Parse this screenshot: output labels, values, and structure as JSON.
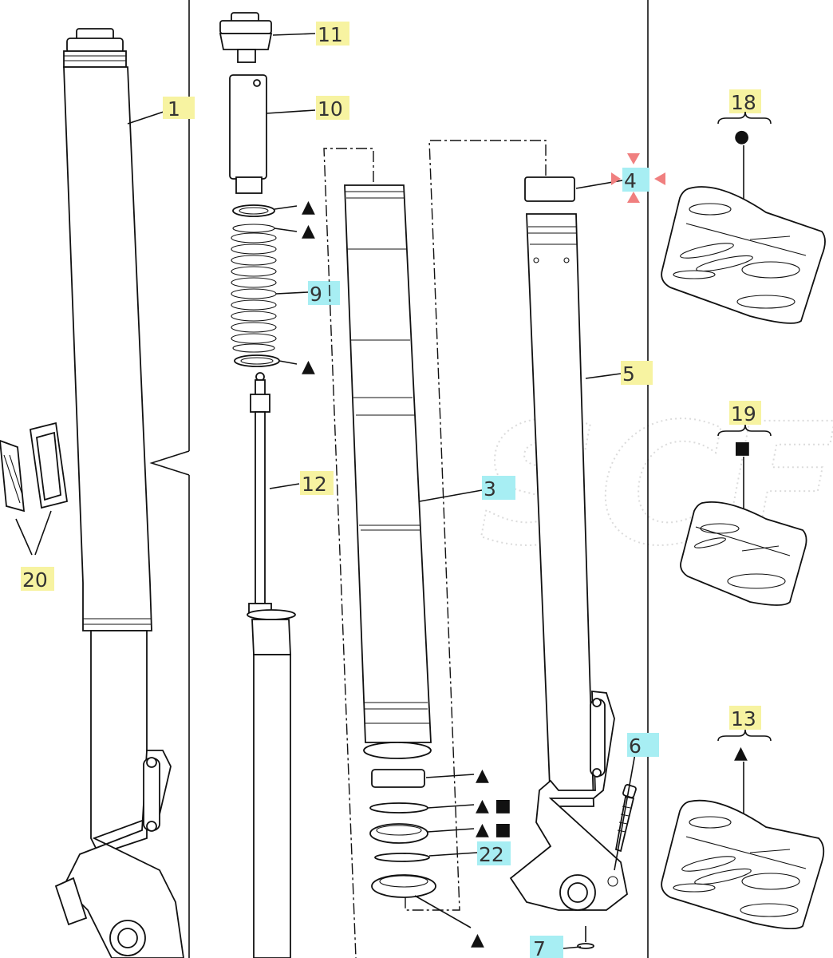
{
  "callouts": {
    "c1": "1",
    "c3": "3",
    "c4": "4",
    "c5": "5",
    "c6": "6",
    "c7": "7",
    "c9": "9",
    "c10": "10",
    "c11": "11",
    "c12": "12",
    "c13": "13",
    "c18": "18",
    "c19": "19",
    "c20": "20",
    "c22": "22"
  },
  "symbols": {
    "triangle": "▲",
    "square": "■",
    "circle": "●"
  },
  "colors": {
    "highlight_yellow": "#f7f3a1",
    "highlight_cyan": "#a7eef3",
    "marker_red": "#f07f7f",
    "line": "#111111"
  }
}
